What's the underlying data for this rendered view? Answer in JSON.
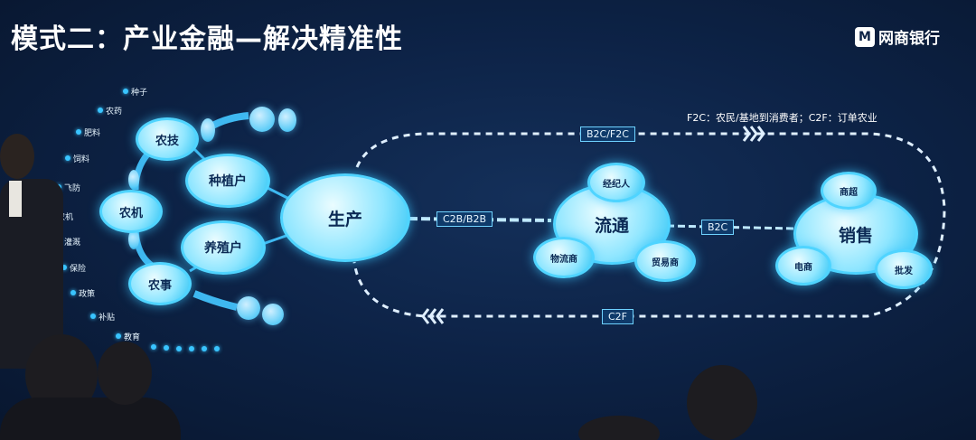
{
  "slide": {
    "title": "模式二：产业金融—解决精准性",
    "logo_text": "网商银行",
    "note": "F2C：农民/基地到消费者；C2F：订单农业"
  },
  "nodes": {
    "production": "生产",
    "circulation": "流通",
    "sales": "销售",
    "planting": "种植户",
    "breeding": "养殖户",
    "agri_tech": "农技",
    "agri_machine": "农机",
    "agri_affairs": "农事",
    "broker": "经纪人",
    "logistics": "物流商",
    "trader": "贸易商",
    "supermarket": "商超",
    "ecommerce": "电商",
    "wholesale": "批发"
  },
  "inputs": [
    "种子",
    "农药",
    "肥料",
    "饲料",
    "飞防",
    "农机",
    "灌溉",
    "保险",
    "政策",
    "补贴",
    "教育"
  ],
  "flows": {
    "top": "B2C/F2C",
    "prod_to_circ": "C2B/B2B",
    "circ_to_sales": "B2C",
    "bottom": "C2F"
  }
}
